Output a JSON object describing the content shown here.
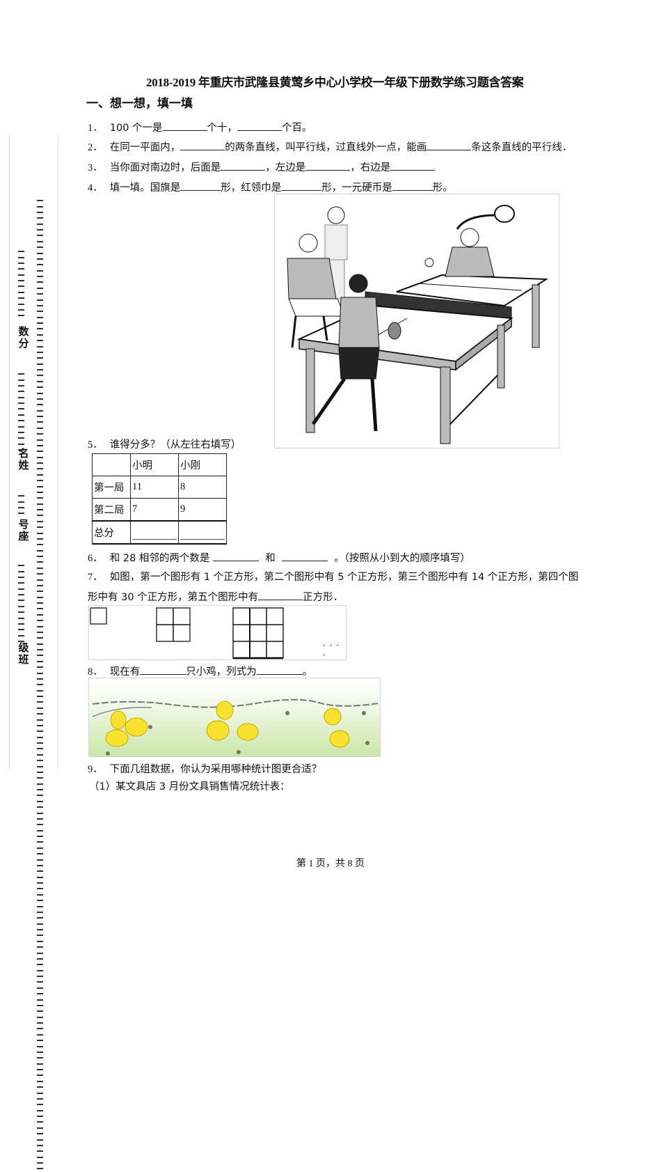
{
  "header": {
    "title": "2018-2019 年重庆市武隆县黄莺乡中心小学校一年级下册数学练习题含答案"
  },
  "section": {
    "title": "一、想一想，填一填"
  },
  "binding_margin": {
    "labels": [
      "数分",
      "名姓",
      "号座",
      "级班"
    ]
  },
  "questions": {
    "q1": {
      "num": "1．",
      "parts": [
        "100 个一是",
        "个十，",
        "个百。"
      ]
    },
    "q2": {
      "num": "2．",
      "parts": [
        "在同一平面内，",
        "的两条直线，叫平行线，过直线外一点，能画",
        "条这条直线的平行线．"
      ]
    },
    "q3": {
      "num": "3．",
      "parts": [
        "当你面对南边时，后面是",
        "，左边是",
        "，右边是"
      ]
    },
    "q4": {
      "num": "4．",
      "parts": [
        "填一填。国旗是",
        "形，红领巾是",
        "形，一元硬币是",
        "形。"
      ]
    },
    "q4_image": {
      "alt": "ping-pong match illustration"
    },
    "q5": {
      "num": "5．",
      "text": "谁得分多？（从左往右填写）",
      "table": {
        "headers": [
          "",
          "小明",
          "小刚"
        ],
        "rows": [
          [
            "第一局",
            "11",
            "8"
          ],
          [
            "第二局",
            "7",
            "9"
          ],
          [
            "总分",
            "",
            ""
          ]
        ]
      }
    },
    "q6": {
      "num": "6．",
      "parts": [
        "和 28 相邻的两个数是",
        "和",
        "。（按照从小到大的顺序填写）"
      ]
    },
    "q7": {
      "num": "7．",
      "line1": "如图，第一个图形有 1 个正方形，第二个图形中有 5 个正方形，第三个图形中有 14 个正方形，第四个图",
      "line2_parts": [
        "形中有 30 个正方形，第五个图形中有",
        "正方形．"
      ],
      "ellipsis": "· · · ·"
    },
    "q8": {
      "num": "8．",
      "parts": [
        "现在有",
        "只小鸡，列式为",
        "。"
      ]
    },
    "q8_image": {
      "alt": "chicks on grass illustration"
    },
    "q9": {
      "num": "9．",
      "text": "下面几组数据，你认为采用哪种统计图更合适？",
      "sub1": "（1）某文具店 3 月份文具销售情况统计表："
    }
  },
  "footer": {
    "page_text": "第 1 页，共 8 页"
  }
}
